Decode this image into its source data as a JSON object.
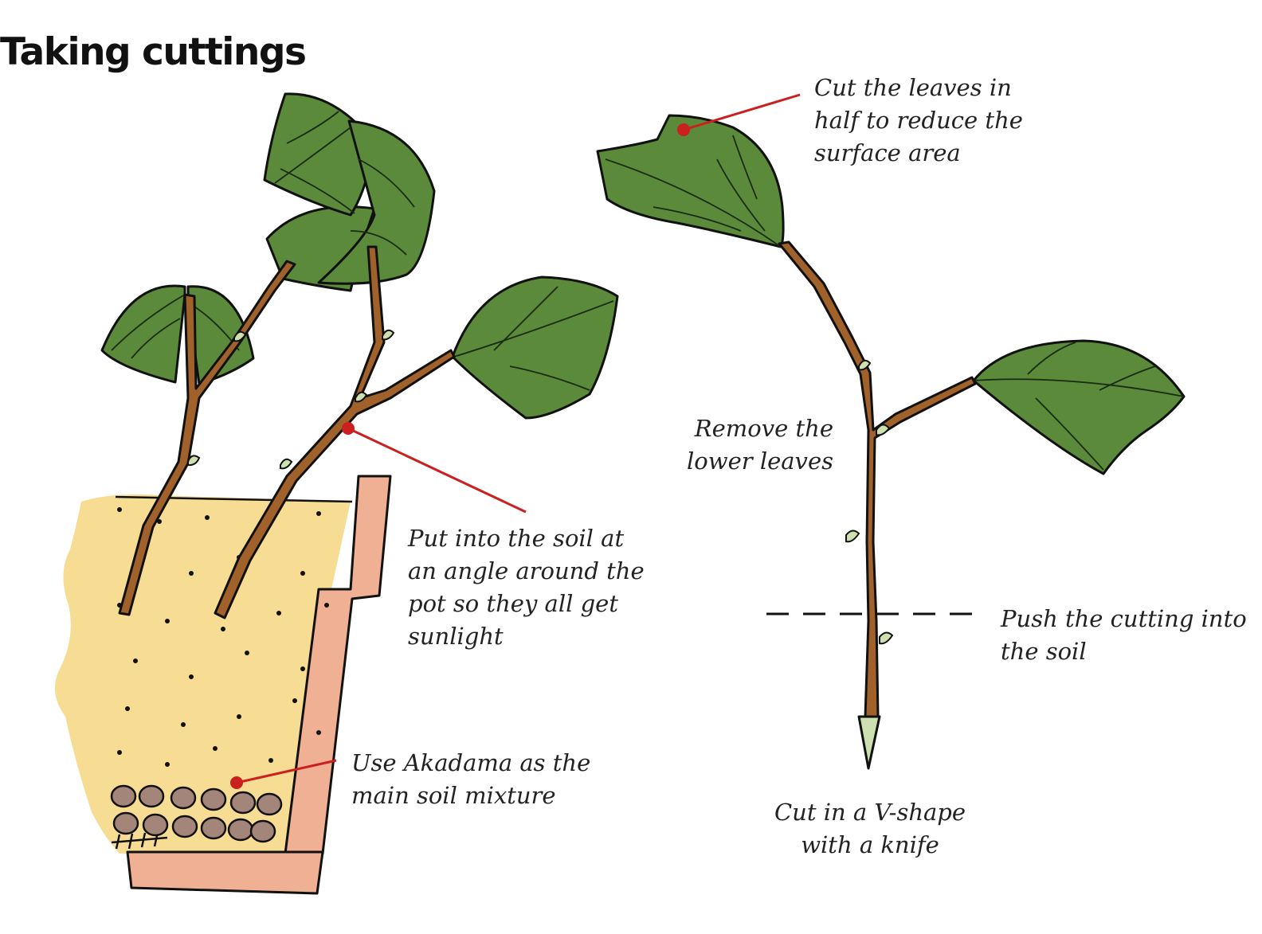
{
  "title": "Taking cuttings",
  "colors": {
    "leaf": "#5a8a3a",
    "stem": "#a0622a",
    "soil": "#f6dd93",
    "pot": "#f0b093",
    "akadama": "#a4857a",
    "callout": "#cc1f1f",
    "outline": "#111111"
  },
  "annotations": {
    "cut_leaves": [
      "Cut the leaves in",
      "half to reduce the",
      "surface area"
    ],
    "remove_leaves": [
      "Remove the",
      "lower leaves"
    ],
    "put_into_soil": [
      "Put into the soil at",
      "an angle around the",
      "pot so they all get",
      "sunlight"
    ],
    "push_cutting": [
      "Push the cutting into",
      "the soil"
    ],
    "akadama": [
      "Use Akadama as the",
      "main soil mixture"
    ],
    "v_shape": [
      "Cut in a V-shape",
      "with a knife"
    ]
  }
}
